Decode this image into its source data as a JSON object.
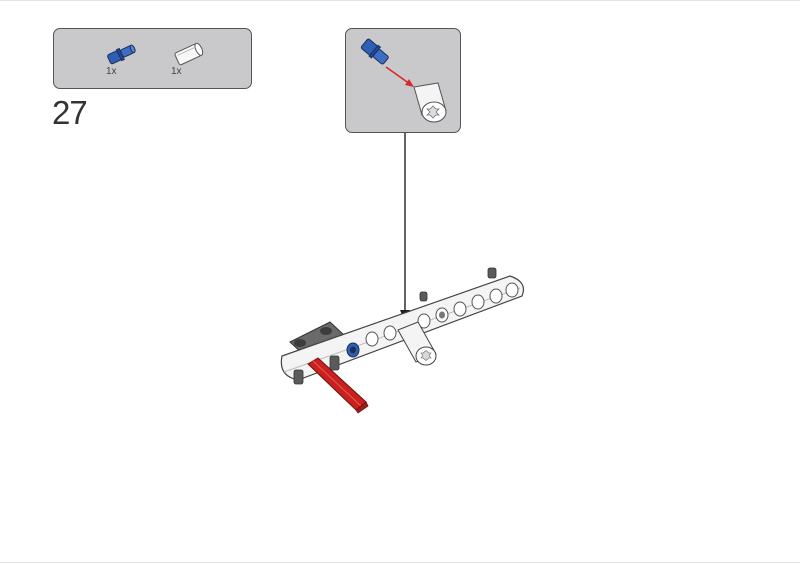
{
  "page": {
    "step_number": "27"
  },
  "parts_list": {
    "items": [
      {
        "name": "blue-connector-pin",
        "quantity": "1x",
        "color": "#2d5fb5"
      },
      {
        "name": "white-axle-connector",
        "quantity": "1x",
        "color": "#f2f2f2"
      }
    ]
  },
  "callout": {
    "arrow_color": "#d9262b"
  },
  "colors": {
    "panel_bg": "#c9c9cb",
    "panel_border": "#555555",
    "beam_white": "#f4f4f4",
    "pin_blue": "#2d5fb5",
    "axle_red": "#c8211e",
    "dark_gray": "#5b5b5b"
  }
}
